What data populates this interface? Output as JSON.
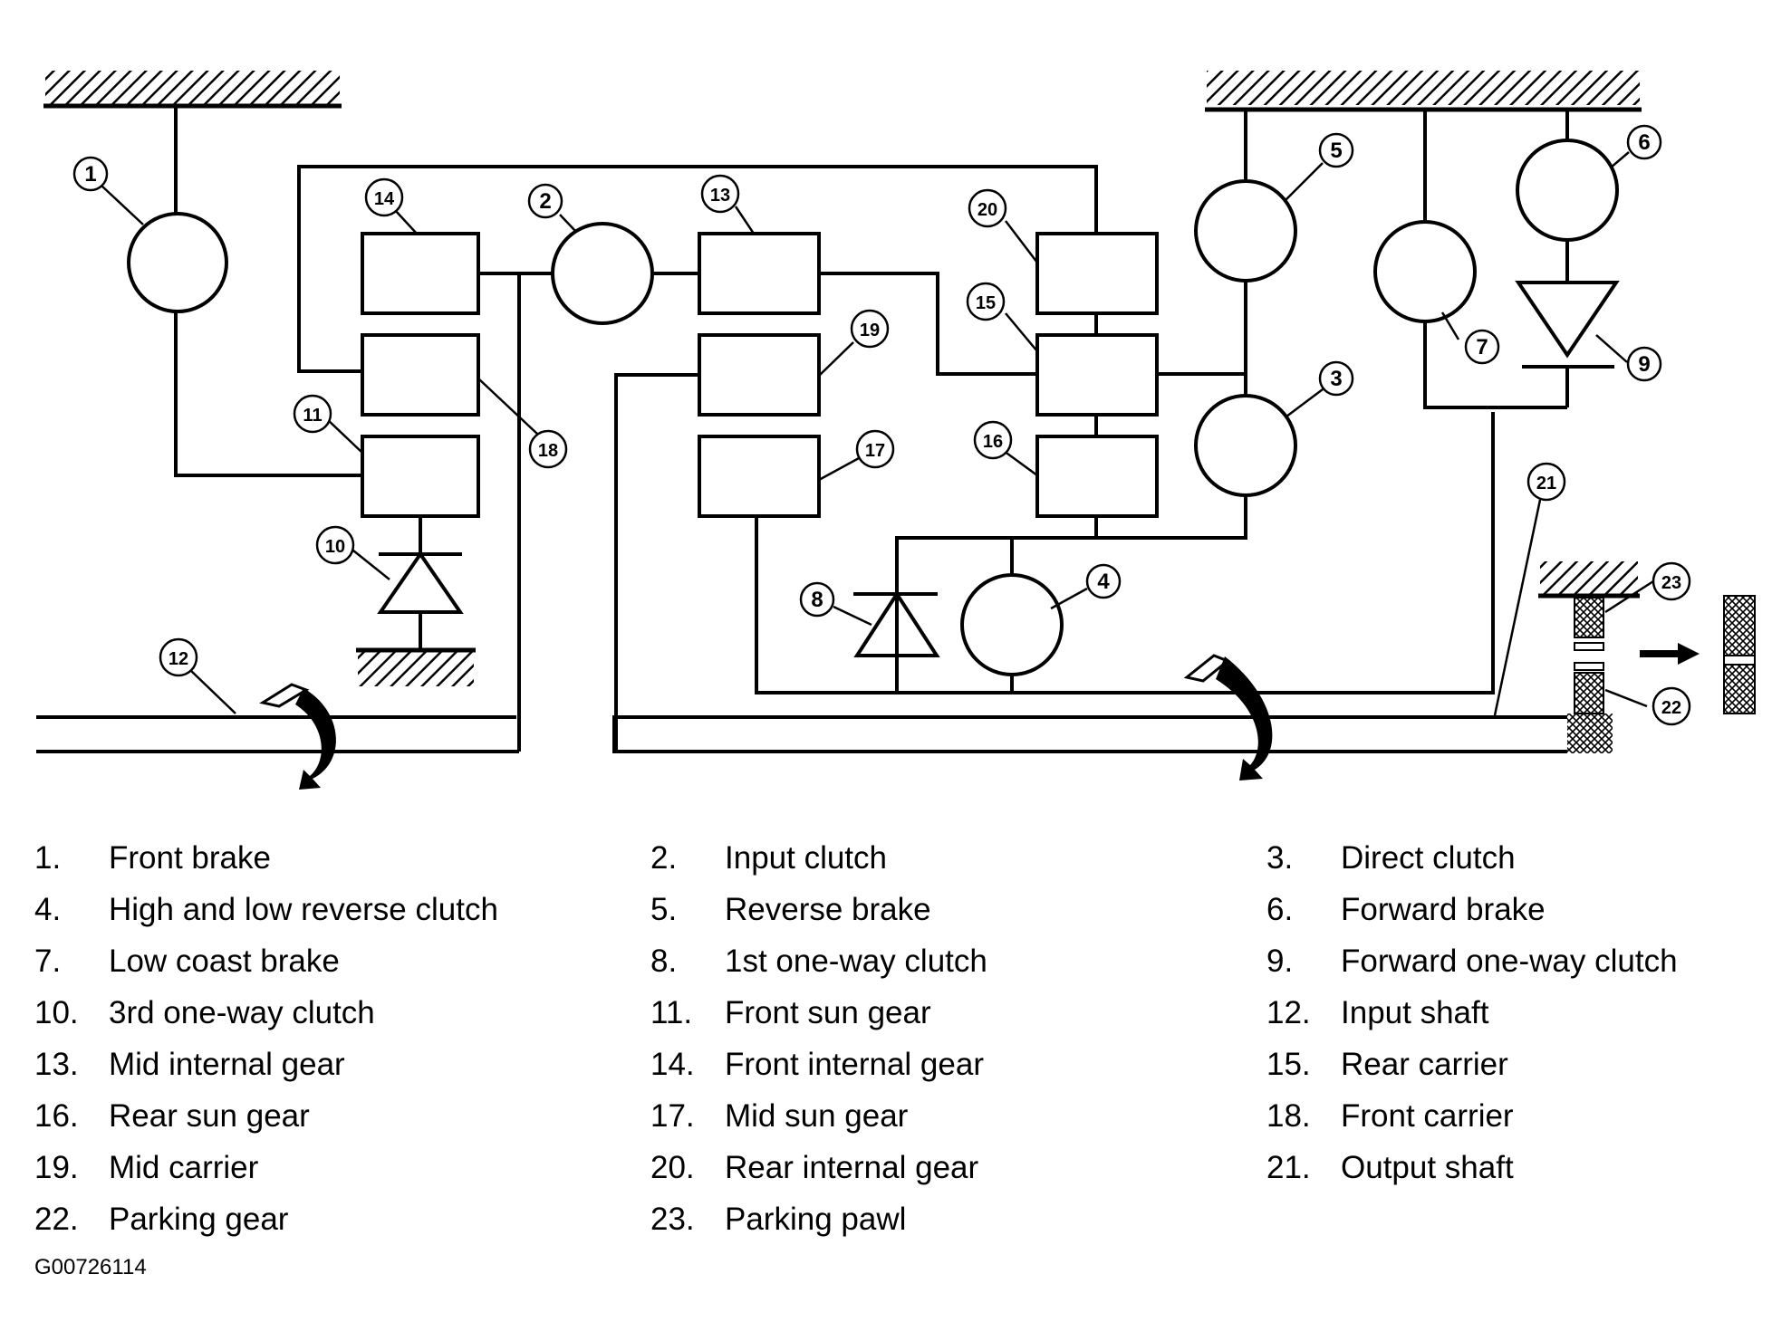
{
  "callouts": [
    "1",
    "2",
    "3",
    "4",
    "5",
    "6",
    "7",
    "8",
    "9",
    "10",
    "11",
    "12",
    "13",
    "14",
    "15",
    "16",
    "17",
    "18",
    "19",
    "20",
    "21",
    "22",
    "23"
  ],
  "legend": [
    {
      "num": "1.",
      "label": "Front brake"
    },
    {
      "num": "2.",
      "label": "Input clutch"
    },
    {
      "num": "3.",
      "label": "Direct clutch"
    },
    {
      "num": "4.",
      "label": "High and low reverse clutch"
    },
    {
      "num": "5.",
      "label": "Reverse brake"
    },
    {
      "num": "6.",
      "label": "Forward brake"
    },
    {
      "num": "7.",
      "label": "Low coast brake"
    },
    {
      "num": "8.",
      "label": "1st one-way clutch"
    },
    {
      "num": "9.",
      "label": "Forward one-way clutch"
    },
    {
      "num": "10.",
      "label": "3rd one-way clutch"
    },
    {
      "num": "11.",
      "label": "Front sun gear"
    },
    {
      "num": "12.",
      "label": "Input shaft"
    },
    {
      "num": "13.",
      "label": "Mid internal gear"
    },
    {
      "num": "14.",
      "label": "Front internal gear"
    },
    {
      "num": "15.",
      "label": "Rear carrier"
    },
    {
      "num": "16.",
      "label": "Rear sun gear"
    },
    {
      "num": "17.",
      "label": "Mid sun gear"
    },
    {
      "num": "18.",
      "label": "Front carrier"
    },
    {
      "num": "19.",
      "label": "Mid carrier"
    },
    {
      "num": "20.",
      "label": "Rear internal gear"
    },
    {
      "num": "21.",
      "label": "Output shaft"
    },
    {
      "num": "22.",
      "label": "Parking gear"
    },
    {
      "num": "23.",
      "label": "Parking pawl"
    }
  ],
  "figure_code": "G00726114"
}
